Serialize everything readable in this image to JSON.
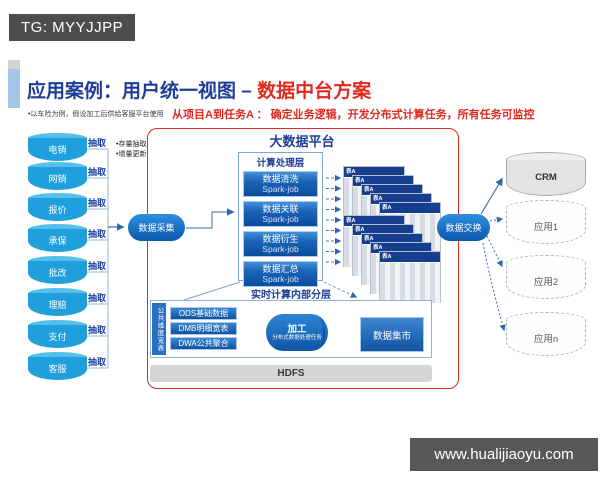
{
  "banners": {
    "top": "TG: MYYJJPP",
    "bottom": "www.hualijiaoyu.com"
  },
  "header": {
    "title_main": "应用案例：用户统一视图 – ",
    "title_accent": "数据中台方案",
    "note": "•以车险为例，假设加工后供给客服平台使用",
    "callout": "从项目A到任务A ： 确定业务逻辑，开发分布式计算任务，所有任务可监控"
  },
  "sources": {
    "items": [
      "电销",
      "网销",
      "报价",
      "承保",
      "批改",
      "理赔",
      "支付",
      "客服"
    ],
    "extract_label": "抽取",
    "note_line1": "•存量抽取",
    "note_line2": "•增量更新"
  },
  "platform": {
    "title": "大数据平台",
    "collect_label": "数据采集",
    "exchange_label": "数据交换",
    "compute_layer": {
      "title": "计算处理层",
      "jobs": [
        {
          "name": "数据清洗",
          "sub": "Spark-job"
        },
        {
          "name": "数据关联",
          "sub": "Spark-job"
        },
        {
          "name": "数据衍生",
          "sub": "Spark-job"
        },
        {
          "name": "数据汇总",
          "sub": "Spark-job"
        }
      ]
    },
    "tables": {
      "label": "表A"
    },
    "realtime_layer": {
      "title": "实时计算内部分层",
      "side_tab": "公共维度宽表",
      "layers": [
        "ODS基础数据",
        "DMB明细宽表",
        "DWA公共聚合"
      ],
      "process": {
        "name": "加工",
        "sub": "分布式数据处理任务"
      },
      "mart": "数据集市"
    },
    "storage": "HDFS"
  },
  "targets": {
    "items": [
      "CRM",
      "应用1",
      "应用2",
      "应用n"
    ]
  },
  "colors": {
    "accent_red": "#e02a1e",
    "navy": "#1e3d96",
    "cyl_blue": "#1fa0dc",
    "box_blue": "#0b4c9c"
  }
}
